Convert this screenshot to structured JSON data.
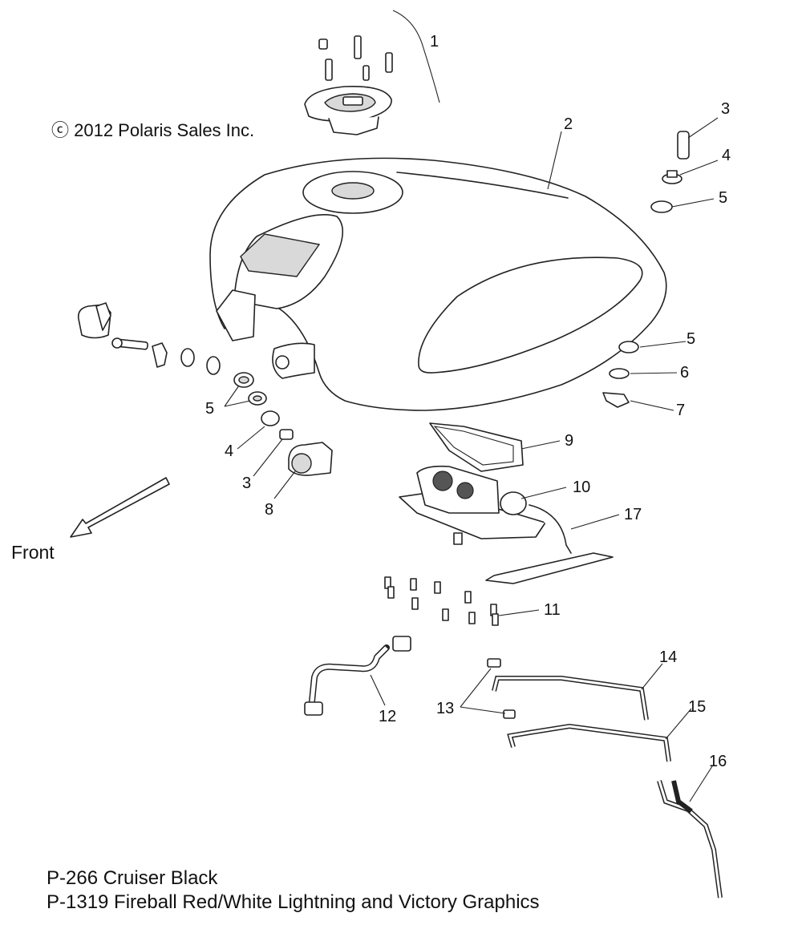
{
  "copyright": "ⓒ 2012 Polaris Sales Inc.",
  "front_label": "Front",
  "captions": [
    "P-266  Cruiser Black",
    "P-1319 Fireball Red/White Lightning and Victory Graphics"
  ],
  "callouts": {
    "c1": "1",
    "c2": "2",
    "c3a": "3",
    "c4a": "4",
    "c5a": "5",
    "c5b": "5",
    "c6": "6",
    "c7": "7",
    "c5c": "5",
    "c4b": "4",
    "c3b": "3",
    "c8": "8",
    "c9": "9",
    "c10": "10",
    "c17": "17",
    "c11": "11",
    "c12": "12",
    "c13": "13",
    "c14": "14",
    "c15": "15",
    "c16": "16"
  }
}
